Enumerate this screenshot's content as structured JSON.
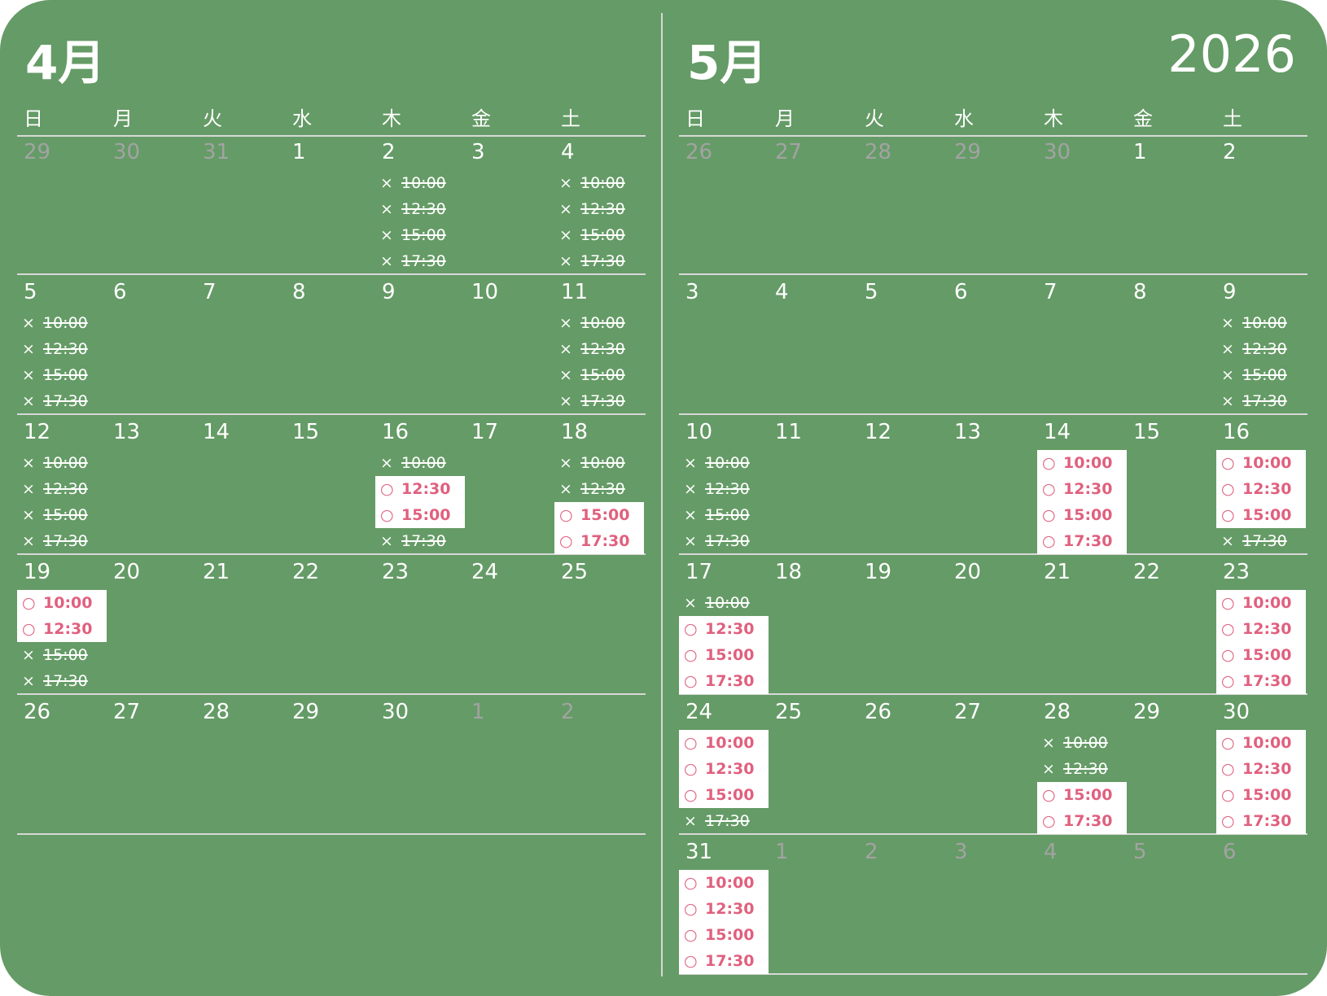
{
  "year": "2026",
  "weekdays": [
    "日",
    "月",
    "火",
    "水",
    "木",
    "金",
    "土"
  ],
  "times": [
    "10:00",
    "12:30",
    "15:00",
    "17:30"
  ],
  "marks": {
    "available": "○",
    "full": "×"
  },
  "colors": {
    "background": "#659b66",
    "available": "#e0607e",
    "other_month": "#a3a3a3"
  },
  "months": [
    {
      "title": "4月",
      "weeks": [
        [
          {
            "d": "29",
            "o": 1
          },
          {
            "d": "30",
            "o": 1
          },
          {
            "d": "31",
            "o": 1
          },
          {
            "d": "1"
          },
          {
            "d": "2",
            "s": "xxxx"
          },
          {
            "d": "3"
          },
          {
            "d": "4",
            "s": "xxxx"
          }
        ],
        [
          {
            "d": "5",
            "s": "xxxx"
          },
          {
            "d": "6"
          },
          {
            "d": "7"
          },
          {
            "d": "8"
          },
          {
            "d": "9"
          },
          {
            "d": "10"
          },
          {
            "d": "11",
            "s": "xxxx"
          }
        ],
        [
          {
            "d": "12",
            "s": "xxxx"
          },
          {
            "d": "13"
          },
          {
            "d": "14"
          },
          {
            "d": "15"
          },
          {
            "d": "16",
            "s": "xoox"
          },
          {
            "d": "17"
          },
          {
            "d": "18",
            "s": "xxoo"
          }
        ],
        [
          {
            "d": "19",
            "s": "ooxx"
          },
          {
            "d": "20"
          },
          {
            "d": "21"
          },
          {
            "d": "22"
          },
          {
            "d": "23"
          },
          {
            "d": "24"
          },
          {
            "d": "25"
          }
        ],
        [
          {
            "d": "26"
          },
          {
            "d": "27"
          },
          {
            "d": "28"
          },
          {
            "d": "29"
          },
          {
            "d": "30"
          },
          {
            "d": "1",
            "o": 1
          },
          {
            "d": "2",
            "o": 1
          }
        ]
      ]
    },
    {
      "title": "5月",
      "weeks": [
        [
          {
            "d": "26",
            "o": 1
          },
          {
            "d": "27",
            "o": 1
          },
          {
            "d": "28",
            "o": 1
          },
          {
            "d": "29",
            "o": 1
          },
          {
            "d": "30",
            "o": 1
          },
          {
            "d": "1"
          },
          {
            "d": "2"
          }
        ],
        [
          {
            "d": "3"
          },
          {
            "d": "4"
          },
          {
            "d": "5"
          },
          {
            "d": "6"
          },
          {
            "d": "7"
          },
          {
            "d": "8"
          },
          {
            "d": "9",
            "s": "xxxx"
          }
        ],
        [
          {
            "d": "10",
            "s": "xxxx"
          },
          {
            "d": "11"
          },
          {
            "d": "12"
          },
          {
            "d": "13"
          },
          {
            "d": "14",
            "s": "oooo"
          },
          {
            "d": "15"
          },
          {
            "d": "16",
            "s": "ooox"
          }
        ],
        [
          {
            "d": "17",
            "s": "xooo"
          },
          {
            "d": "18"
          },
          {
            "d": "19"
          },
          {
            "d": "20"
          },
          {
            "d": "21"
          },
          {
            "d": "22"
          },
          {
            "d": "23",
            "s": "oooo"
          }
        ],
        [
          {
            "d": "24",
            "s": "ooox"
          },
          {
            "d": "25"
          },
          {
            "d": "26"
          },
          {
            "d": "27"
          },
          {
            "d": "28",
            "s": "xxoo"
          },
          {
            "d": "29"
          },
          {
            "d": "30",
            "s": "oooo"
          }
        ],
        [
          {
            "d": "31",
            "s": "oooo"
          },
          {
            "d": "1",
            "o": 1
          },
          {
            "d": "2",
            "o": 1
          },
          {
            "d": "3",
            "o": 1
          },
          {
            "d": "4",
            "o": 1
          },
          {
            "d": "5",
            "o": 1
          },
          {
            "d": "6",
            "o": 1
          }
        ]
      ]
    }
  ]
}
